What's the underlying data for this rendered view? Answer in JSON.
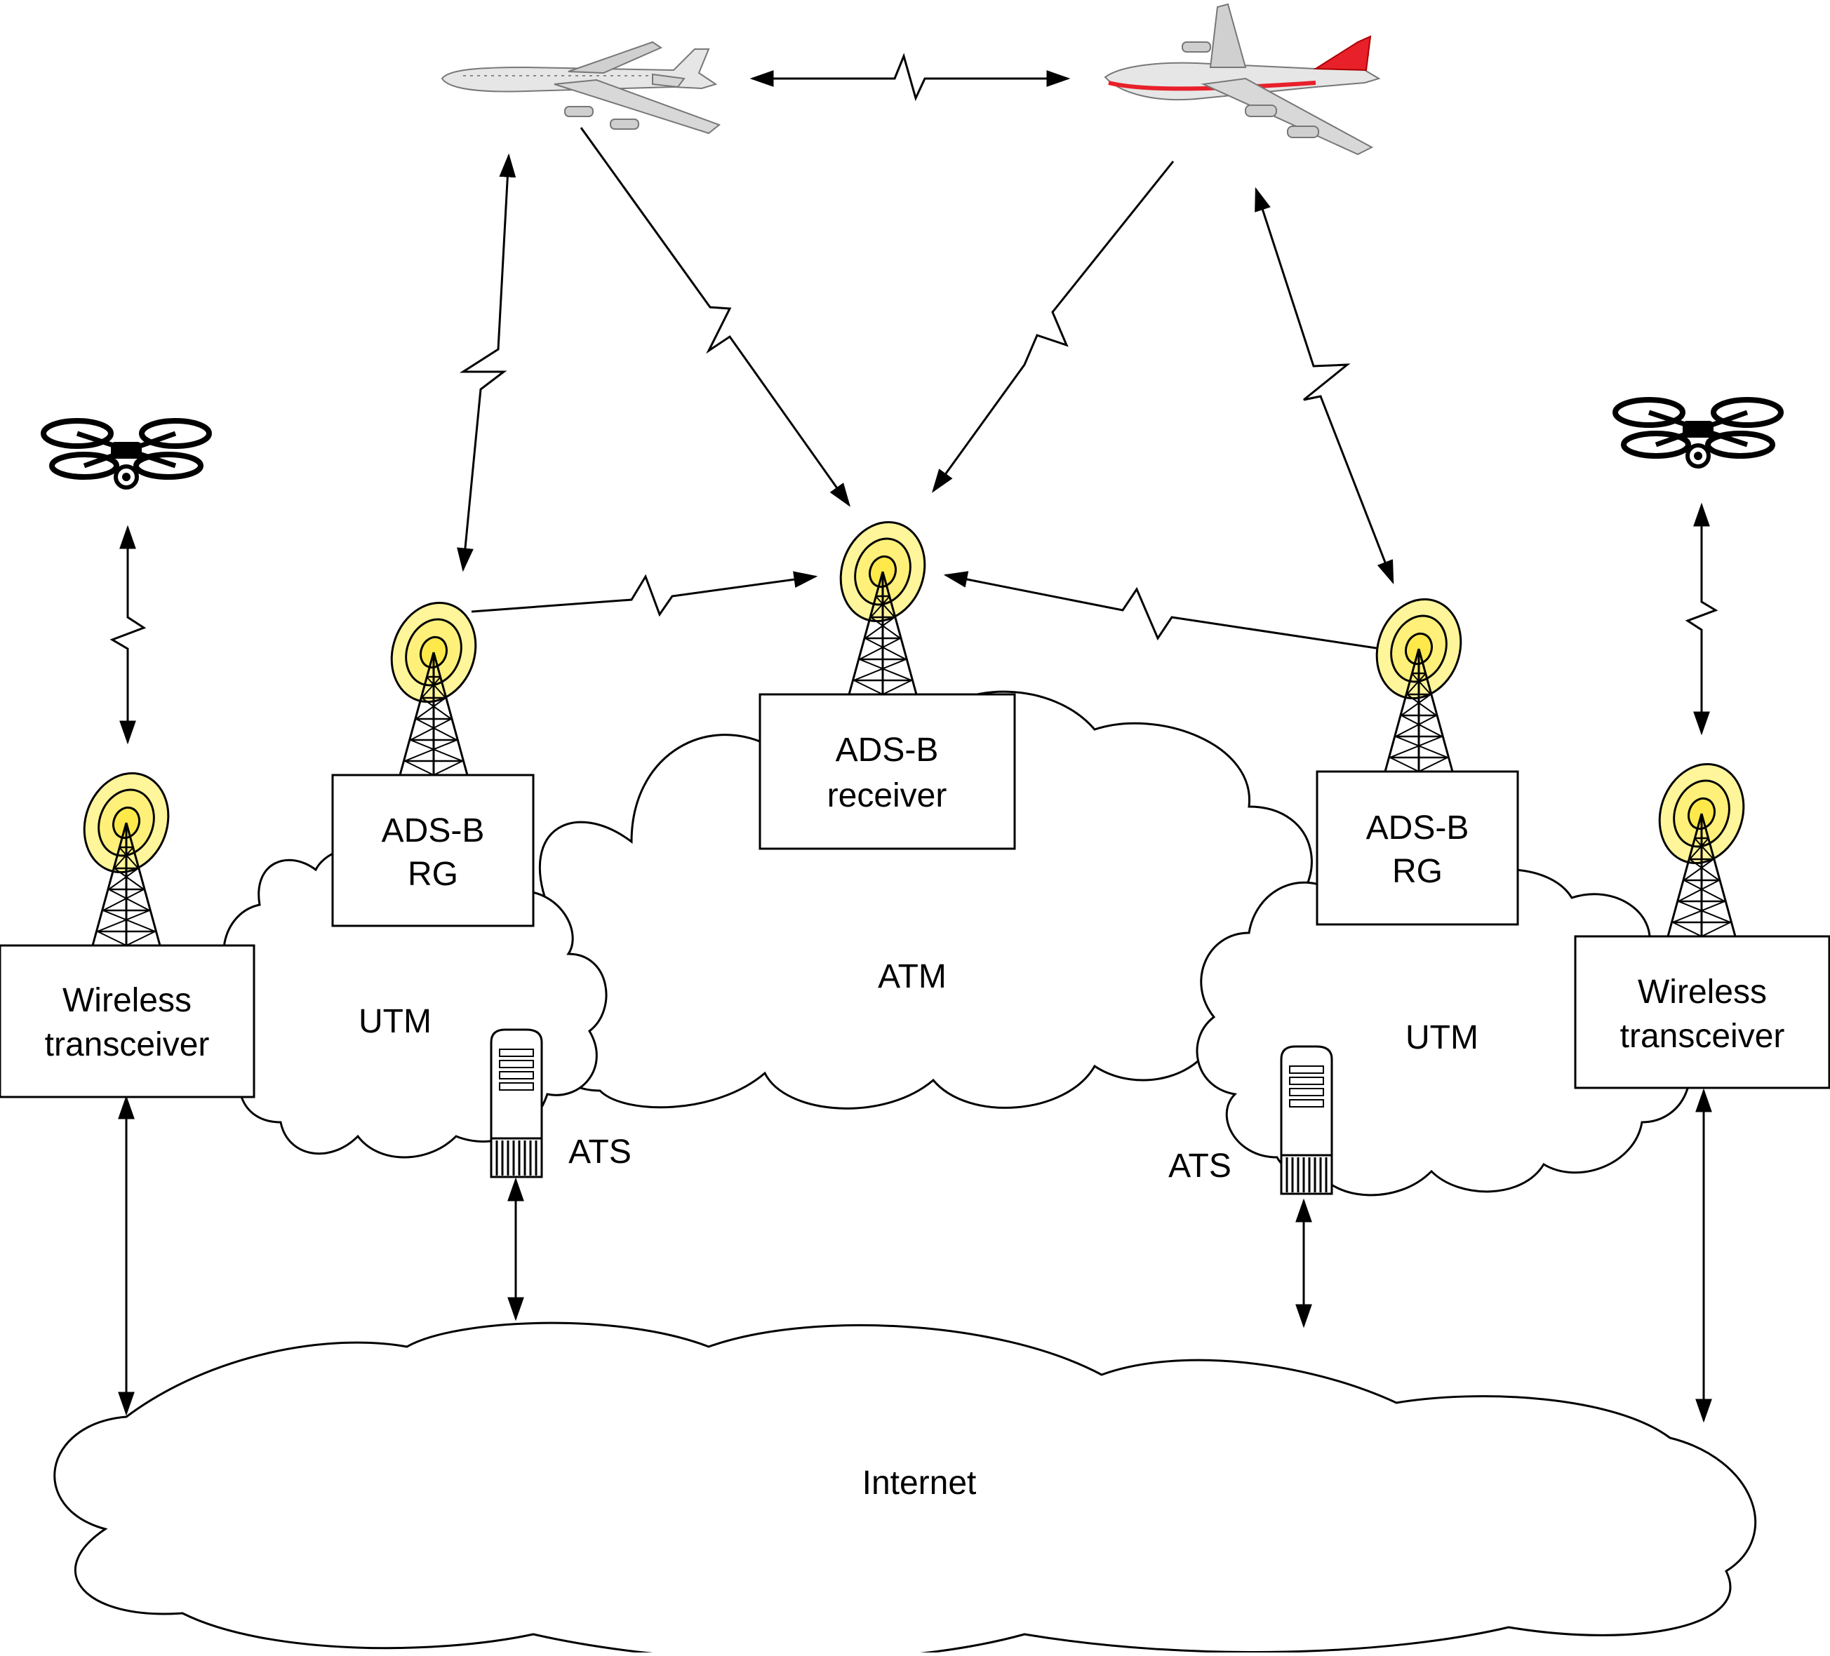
{
  "labels": {
    "adsb_receiver_line1": "ADS-B",
    "adsb_receiver_line2": "receiver",
    "adsb_rg_left_line1": "ADS-B",
    "adsb_rg_left_line2": "RG",
    "adsb_rg_right_line1": "ADS-B",
    "adsb_rg_right_line2": "RG",
    "wireless_left_line1": "Wireless",
    "wireless_left_line2": "transceiver",
    "wireless_right_line1": "Wireless",
    "wireless_right_line2": "transceiver",
    "atm": "ATM",
    "utm_left": "UTM",
    "utm_right": "UTM",
    "ats_left": "ATS",
    "ats_right": "ATS",
    "internet": "Internet"
  },
  "icons": {
    "aircraft_left": "jet-airliner-icon",
    "aircraft_right": "air-canada-airliner-icon",
    "drone_left": "quadcopter-drone-icon",
    "drone_right": "quadcopter-drone-icon",
    "antenna": "radio-tower-antenna-icon",
    "server": "server-tower-icon"
  },
  "colors": {
    "antenna_fill": "#fff59a",
    "antenna_inner": "#ffe94a",
    "airliner_body": "#e6e6e6",
    "air_canada_red": "#e8202a"
  }
}
